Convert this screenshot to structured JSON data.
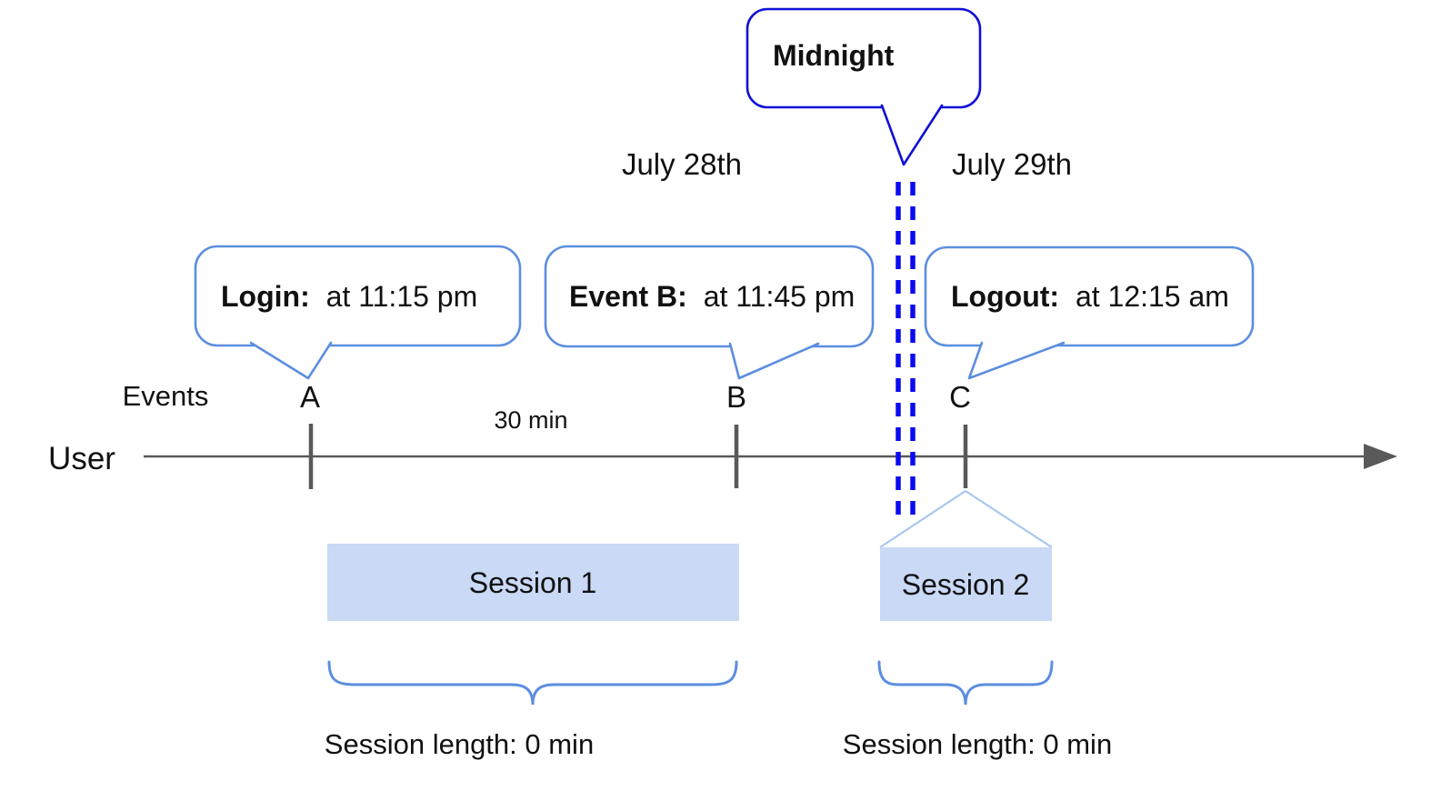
{
  "dates": {
    "left": "July 28th",
    "right": "July 29th"
  },
  "midnight": {
    "label": "Midnight"
  },
  "axis": {
    "events_label": "Events",
    "user_label": "User",
    "interval_label": "30 min"
  },
  "events": [
    {
      "id": "A",
      "label": "Login:",
      "time": "at 11:15 pm"
    },
    {
      "id": "B",
      "label": "Event B:",
      "time": "at 11:45 pm"
    },
    {
      "id": "C",
      "label": "Logout:",
      "time": "at 12:15 am"
    }
  ],
  "sessions": [
    {
      "name": "Session 1",
      "length": "Session length: 0 min"
    },
    {
      "name": "Session 2",
      "length": "Session length: 0 min"
    }
  ],
  "colors": {
    "midnight_border_blue": "#1010d8",
    "midnight_dash_blue": "#0a0af0",
    "callout_border_blue": "#5c8ee0",
    "connector_light_blue": "#a9c6f0",
    "session_fill_blue": "#c9d9f6",
    "axis_gray": "#595959",
    "text_black": "#111111"
  }
}
